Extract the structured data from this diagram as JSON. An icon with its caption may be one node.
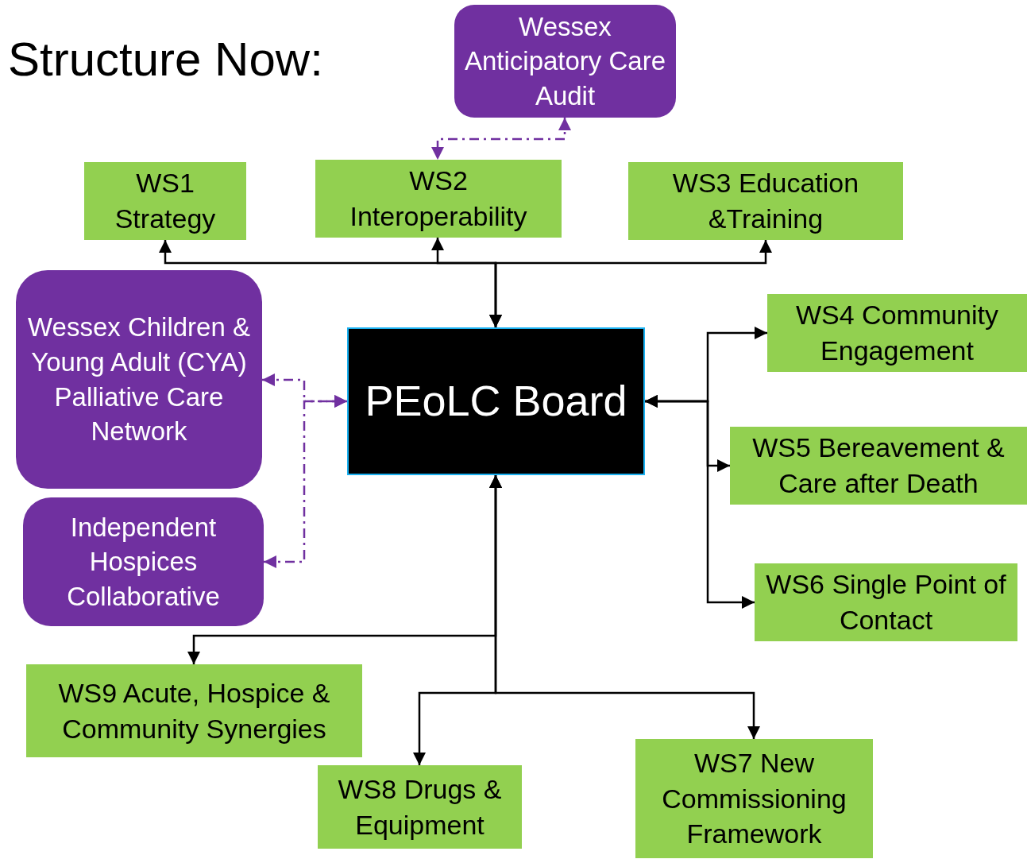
{
  "diagram": {
    "title": "Structure Now:",
    "nodes": [
      {
        "text": [
          "Wessex Anticipatory Care Audit"
        ]
      },
      {
        "text": [
          "WS1 Strategy"
        ]
      },
      {
        "text": [
          "WS2 Interoperability"
        ]
      },
      {
        "text": [
          "WS3 Education &Training"
        ]
      },
      {
        "text": [
          "Wessex Children & Young Adult (CYA) Palliative Care Network"
        ]
      },
      {
        "text": [
          "PEoLC Board"
        ]
      },
      {
        "text": [
          "WS4 Community Engagement"
        ]
      },
      {
        "text": [
          "WS5 Bereavement & Care after Death"
        ]
      },
      {
        "text": [
          "Independent Hospices Collaborative"
        ]
      },
      {
        "text": [
          "WS6 Single Point of Contact"
        ]
      },
      {
        "text": [
          "WS9 Acute, Hospice & Community Synergies"
        ]
      },
      {
        "text": [
          "WS8 Drugs & Equipment"
        ]
      },
      {
        "text": [
          "WS7 New Commissioning Framework"
        ]
      }
    ],
    "edges": [
      {
        "from": 5,
        "to": 1,
        "arrow": "both"
      },
      {
        "from": 5,
        "to": 2,
        "arrow": "both"
      },
      {
        "from": 5,
        "to": 3,
        "arrow": "both"
      },
      {
        "from": 5,
        "to": 6,
        "arrow": "both"
      },
      {
        "from": 5,
        "to": 7,
        "arrow": "both"
      },
      {
        "from": 5,
        "to": 9,
        "arrow": "both"
      },
      {
        "from": 5,
        "to": 10,
        "arrow": "both"
      },
      {
        "from": 5,
        "to": 11,
        "arrow": "both"
      },
      {
        "from": 5,
        "to": 12,
        "arrow": "both"
      },
      {
        "from": 0,
        "to": 2,
        "arrow": "both",
        "style": "dashed",
        "color": "#7030a0"
      },
      {
        "from": 4,
        "to": 5,
        "arrow": "both",
        "style": "dashed",
        "color": "#7030a0"
      },
      {
        "from": 8,
        "to": 5,
        "arrow": "both",
        "style": "dashed",
        "color": "#7030a0"
      }
    ]
  }
}
